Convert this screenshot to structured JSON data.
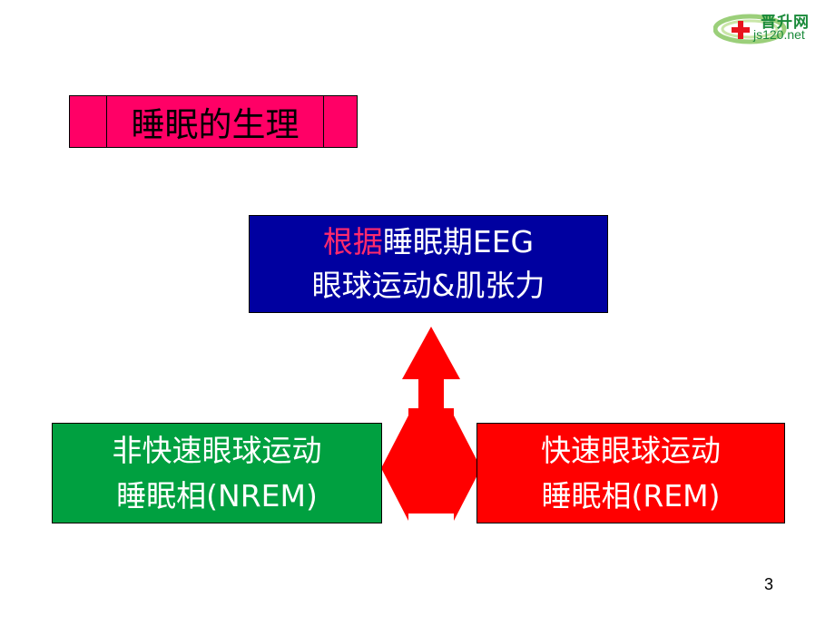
{
  "logo": {
    "top_text": "晋升网",
    "bottom_text": "js120.net"
  },
  "title": "睡眠的生理",
  "criteria_box": {
    "line1_highlight": "根据",
    "line1_rest": "睡眠期EEG",
    "line2": "眼球运动&肌张力"
  },
  "nrem_box": {
    "line1": "非快速眼球运动",
    "line2": "睡眠相(NREM)"
  },
  "rem_box": {
    "line1": "快速眼球运动",
    "line2": "睡眠相(REM)"
  },
  "page_number": "3",
  "colors": {
    "title_bg": "#ff0066",
    "criteria_bg": "#0000a0",
    "nrem_bg": "#00a040",
    "rem_bg": "#ff0000",
    "arrow": "#ff0000",
    "highlight_text": "#ff2a6d"
  }
}
